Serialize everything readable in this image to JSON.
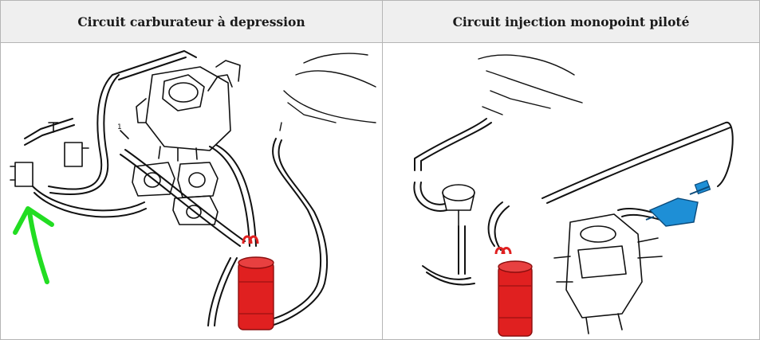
{
  "table": {
    "headers": [
      "Circuit carburateur à depression",
      "Circuit injection monopoint piloté"
    ]
  },
  "diagrams": {
    "left": {
      "callout_number": "1",
      "annotation_arrow_color": "#22dd22",
      "canister_color": "#e02020"
    },
    "right": {
      "canister_color": "#e02020",
      "purge_valve_color": "#1e8fd6"
    }
  }
}
